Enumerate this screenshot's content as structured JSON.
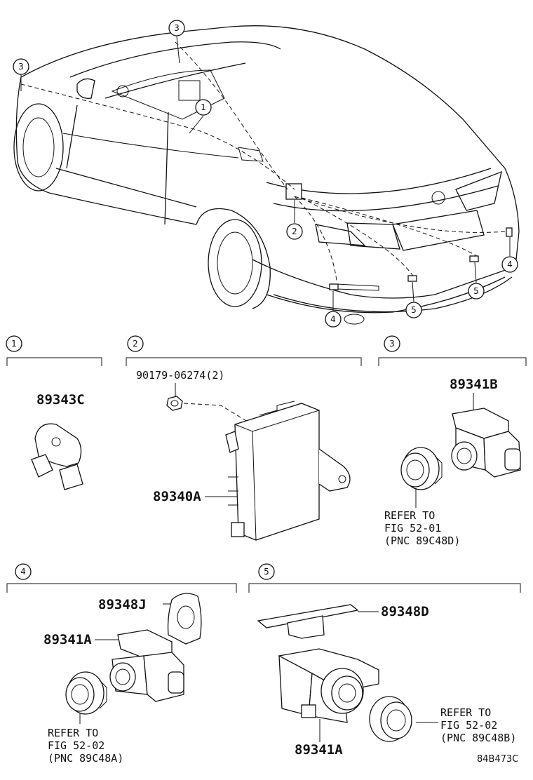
{
  "diagram_code": "84B473C",
  "callouts": {
    "car_1": "1",
    "car_2": "2",
    "car_3a": "3",
    "car_3b": "3",
    "car_4a": "4",
    "car_4b": "4",
    "car_5a": "5",
    "car_5b": "5"
  },
  "sections": {
    "s1": {
      "number": "1",
      "part": "89343C"
    },
    "s2": {
      "number": "2",
      "bolt": "90179-06274(2)",
      "part": "89340A"
    },
    "s3": {
      "number": "3",
      "part": "89341B",
      "ref_1": "REFER TO",
      "ref_2": "FIG 52-01",
      "ref_3": "(PNC 89C48D)"
    },
    "s4": {
      "number": "4",
      "part_a": "89348J",
      "part_b": "89341A",
      "ref_1": "REFER TO",
      "ref_2": "FIG 52-02",
      "ref_3": "(PNC 89C48A)"
    },
    "s5": {
      "number": "5",
      "part_a": "89348D",
      "part_b": "89341A",
      "ref_1": "REFER TO",
      "ref_2": "FIG 52-02",
      "ref_3": "(PNC 89C48B)"
    }
  }
}
